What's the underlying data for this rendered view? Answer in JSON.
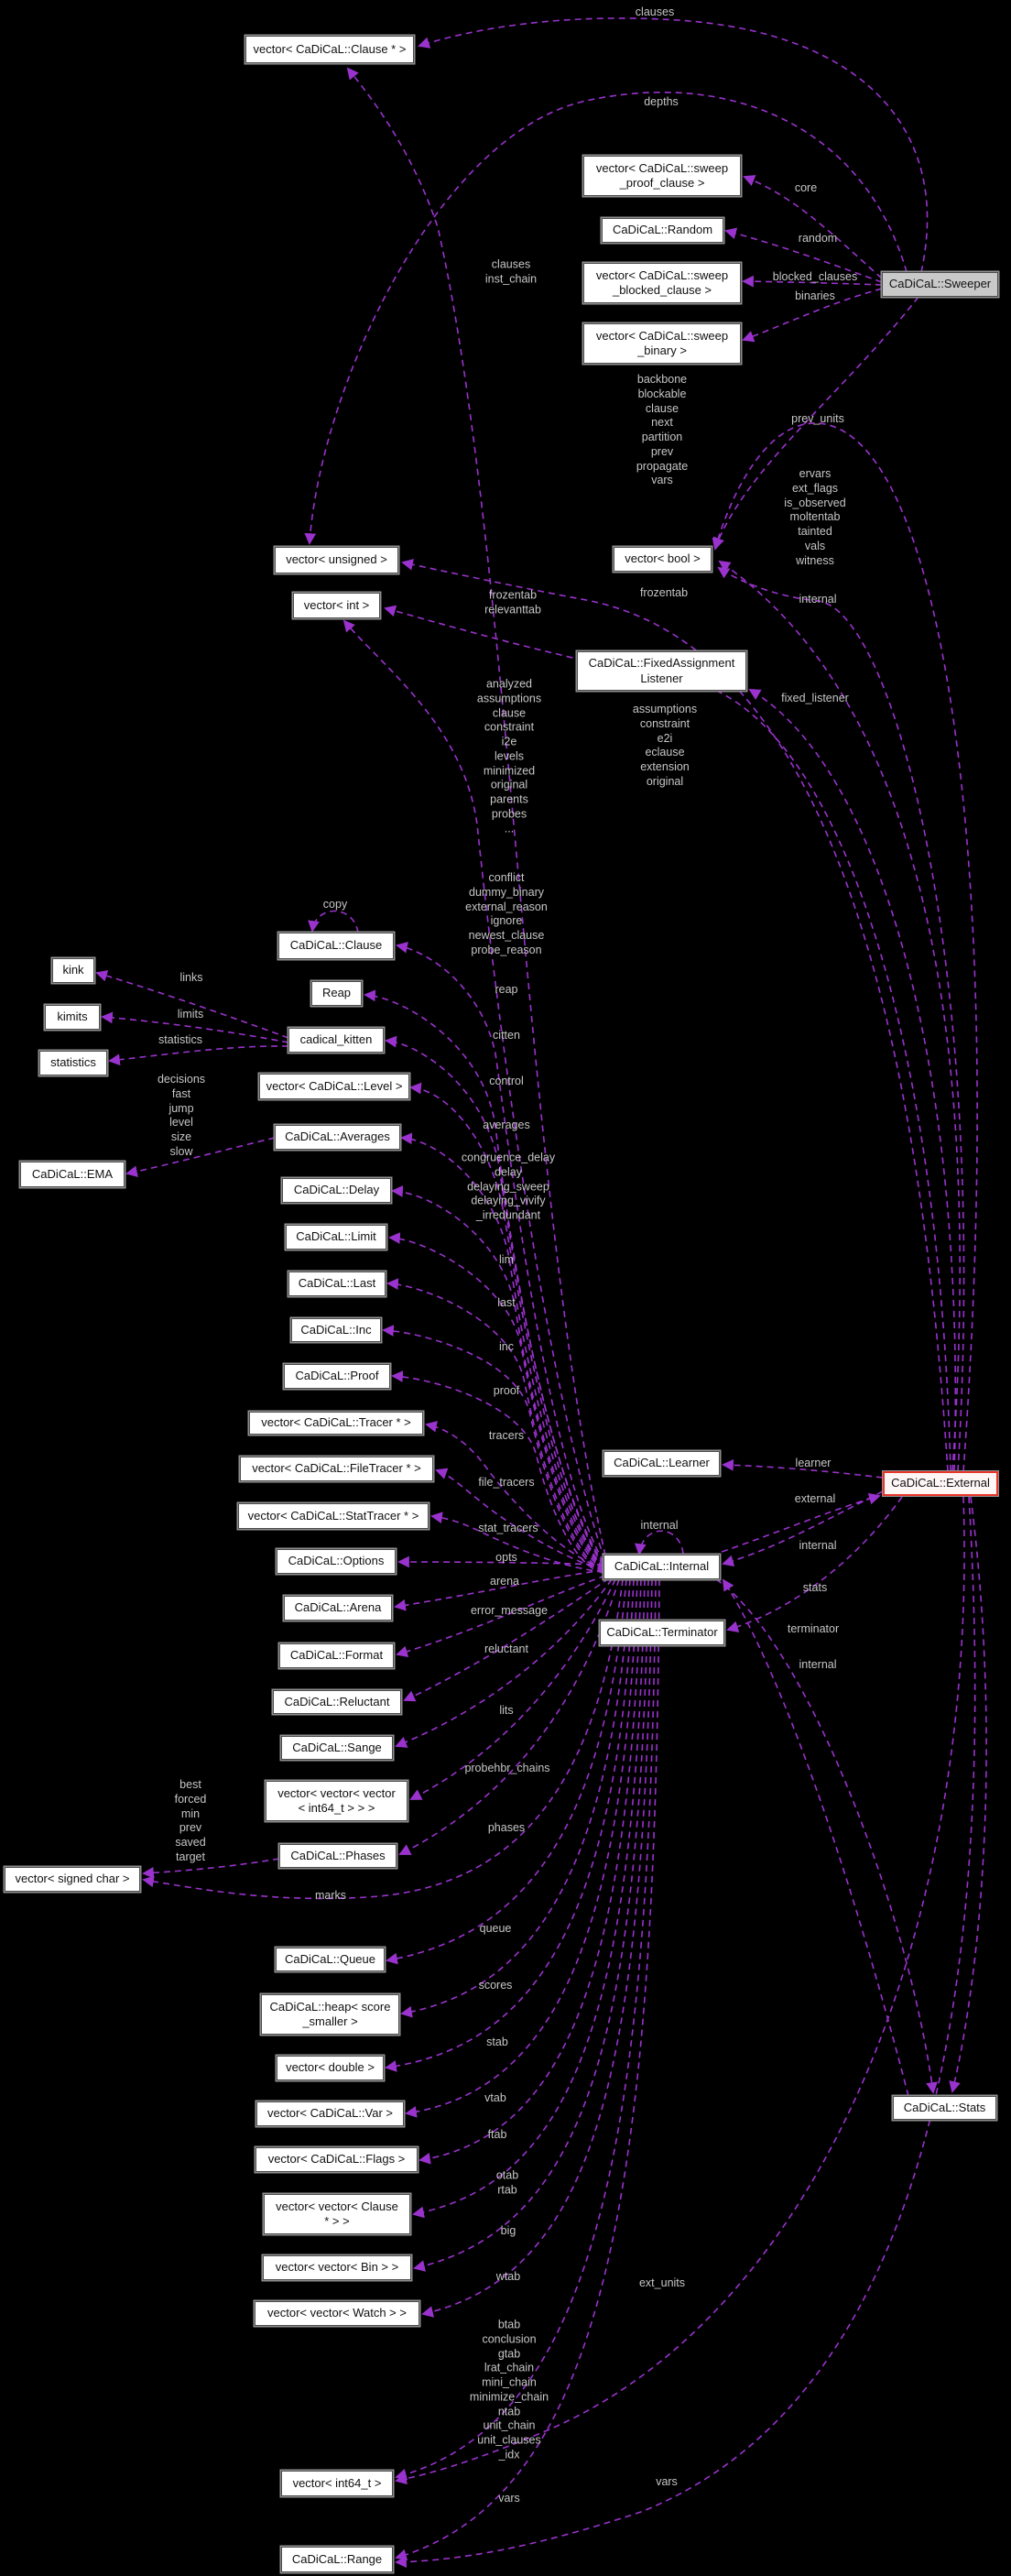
{
  "diagram": {
    "kind": "doxygen-collaboration-graph",
    "colors": {
      "background": "#000000",
      "edge": "#9a32cd",
      "edge_label": "#c6c6c6",
      "node_fill": "#ffffff",
      "node_border": "#4a4a4a",
      "current_node_fill": "#c9c9c9",
      "highlight_border": "#e8352a"
    },
    "nodes": [
      {
        "id": "vector-clause-ptr",
        "label": "vector< CaDiCaL::Clause * >"
      },
      {
        "id": "vector-sweep-proof-clause",
        "label": "vector< CaDiCaL::sweep\n_proof_clause >"
      },
      {
        "id": "random",
        "label": "CaDiCaL::Random"
      },
      {
        "id": "vector-sweep-blocked-clause",
        "label": "vector< CaDiCaL::sweep\n_blocked_clause >"
      },
      {
        "id": "vector-sweep-binary",
        "label": "vector< CaDiCaL::sweep\n_binary >"
      },
      {
        "id": "sweeper",
        "label": "CaDiCaL::Sweeper"
      },
      {
        "id": "vector-bool",
        "label": "vector< bool >"
      },
      {
        "id": "vector-unsigned",
        "label": "vector< unsigned >"
      },
      {
        "id": "vector-int",
        "label": "vector< int >"
      },
      {
        "id": "fixed-assignment-listener",
        "label": "CaDiCaL::FixedAssignment\nListener"
      },
      {
        "id": "clause",
        "label": "CaDiCaL::Clause"
      },
      {
        "id": "kink",
        "label": "kink"
      },
      {
        "id": "reap",
        "label": "Reap"
      },
      {
        "id": "kimits",
        "label": "kimits"
      },
      {
        "id": "cadical-kitten",
        "label": "cadical_kitten"
      },
      {
        "id": "statistics",
        "label": "statistics"
      },
      {
        "id": "vector-level",
        "label": "vector< CaDiCaL::Level >"
      },
      {
        "id": "averages",
        "label": "CaDiCaL::Averages"
      },
      {
        "id": "ema",
        "label": "CaDiCaL::EMA"
      },
      {
        "id": "delay",
        "label": "CaDiCaL::Delay"
      },
      {
        "id": "limit",
        "label": "CaDiCaL::Limit"
      },
      {
        "id": "last",
        "label": "CaDiCaL::Last"
      },
      {
        "id": "inc",
        "label": "CaDiCaL::Inc"
      },
      {
        "id": "proof",
        "label": "CaDiCaL::Proof"
      },
      {
        "id": "vector-tracer-ptr",
        "label": "vector< CaDiCaL::Tracer * >"
      },
      {
        "id": "vector-filetracer-ptr",
        "label": "vector< CaDiCaL::FileTracer * >"
      },
      {
        "id": "vector-stattracer-ptr",
        "label": "vector< CaDiCaL::StatTracer * >"
      },
      {
        "id": "options",
        "label": "CaDiCaL::Options"
      },
      {
        "id": "arena",
        "label": "CaDiCaL::Arena"
      },
      {
        "id": "format",
        "label": "CaDiCaL::Format"
      },
      {
        "id": "reluctant",
        "label": "CaDiCaL::Reluctant"
      },
      {
        "id": "sange",
        "label": "CaDiCaL::Sange"
      },
      {
        "id": "vector3-int64",
        "label": "vector< vector< vector\n< int64_t > > >"
      },
      {
        "id": "phases",
        "label": "CaDiCaL::Phases"
      },
      {
        "id": "vector-signed-char",
        "label": "vector< signed char >"
      },
      {
        "id": "queue",
        "label": "CaDiCaL::Queue"
      },
      {
        "id": "heap-score-smaller",
        "label": "CaDiCaL::heap< score\n_smaller >"
      },
      {
        "id": "vector-double",
        "label": "vector< double >"
      },
      {
        "id": "vector-var",
        "label": "vector< CaDiCaL::Var >"
      },
      {
        "id": "vector-flags",
        "label": "vector< CaDiCaL::Flags >"
      },
      {
        "id": "vector2-clause-ptr",
        "label": "vector< vector< Clause\n* > >"
      },
      {
        "id": "vector2-bin",
        "label": "vector< vector< Bin > >"
      },
      {
        "id": "vector2-watch",
        "label": "vector< vector< Watch > >"
      },
      {
        "id": "vector-int64",
        "label": "vector< int64_t >"
      },
      {
        "id": "range",
        "label": "CaDiCaL::Range"
      },
      {
        "id": "learner",
        "label": "CaDiCaL::Learner"
      },
      {
        "id": "internal",
        "label": "CaDiCaL::Internal"
      },
      {
        "id": "terminator",
        "label": "CaDiCaL::Terminator"
      },
      {
        "id": "external",
        "label": "CaDiCaL::External"
      },
      {
        "id": "stats",
        "label": "CaDiCaL::Stats"
      }
    ],
    "edge_labels": [
      {
        "id": "clauses-top",
        "text": "clauses"
      },
      {
        "id": "depths",
        "text": "depths"
      },
      {
        "id": "core",
        "text": "core"
      },
      {
        "id": "random",
        "text": "random"
      },
      {
        "id": "blocked-clauses",
        "text": "blocked_clauses"
      },
      {
        "id": "binaries",
        "text": "binaries"
      },
      {
        "id": "clauses-inst-chain",
        "text": "clauses\ninst_chain"
      },
      {
        "id": "backbone-list",
        "text": "backbone\nblockable\nclause\nnext\npartition\nprev\npropagate\nvars"
      },
      {
        "id": "prev-units",
        "text": "prev_units"
      },
      {
        "id": "ervars-list",
        "text": "ervars\next_flags\nis_observed\nmoltentab\ntainted\nvals\nwitness"
      },
      {
        "id": "frozentab",
        "text": "frozentab"
      },
      {
        "id": "internal-top",
        "text": "internal"
      },
      {
        "id": "frozentab-relevanttab",
        "text": "frozentab\nrelevanttab"
      },
      {
        "id": "assumptions-list",
        "text": "assumptions\nconstraint\ne2i\neclause\nextension\noriginal"
      },
      {
        "id": "fixed-listener",
        "text": "fixed_listener"
      },
      {
        "id": "analyzed-list",
        "text": "analyzed\nassumptions\nclause\nconstraint\ni2e\nlevels\nminimized\noriginal\nparents\nprobes\n..."
      },
      {
        "id": "conflict-list",
        "text": "conflict\ndummy_binary\nexternal_reason\nignore\nnewest_clause\nprobe_reason"
      },
      {
        "id": "copy",
        "text": "copy"
      },
      {
        "id": "links",
        "text": "links"
      },
      {
        "id": "limits",
        "text": "limits"
      },
      {
        "id": "statistics",
        "text": "statistics"
      },
      {
        "id": "decisions-list",
        "text": "decisions\nfast\njump\nlevel\nsize\nslow"
      },
      {
        "id": "reap",
        "text": "reap"
      },
      {
        "id": "citten",
        "text": "citten"
      },
      {
        "id": "control",
        "text": "control"
      },
      {
        "id": "averages",
        "text": "averages"
      },
      {
        "id": "congruence-list",
        "text": "congruence_delay\ndelay\ndelaying_sweep\ndelaying_vivify\n_irredundant"
      },
      {
        "id": "lim",
        "text": "lim"
      },
      {
        "id": "last",
        "text": "last"
      },
      {
        "id": "inc",
        "text": "inc"
      },
      {
        "id": "proof",
        "text": "proof"
      },
      {
        "id": "tracers",
        "text": "tracers"
      },
      {
        "id": "file-tracers",
        "text": "file_tracers"
      },
      {
        "id": "stat-tracers",
        "text": "stat_tracers"
      },
      {
        "id": "opts",
        "text": "opts"
      },
      {
        "id": "arena",
        "text": "arena"
      },
      {
        "id": "error-message",
        "text": "error_message"
      },
      {
        "id": "reluctant",
        "text": "reluctant"
      },
      {
        "id": "lits",
        "text": "lits"
      },
      {
        "id": "probehbr-chains",
        "text": "probehbr_chains"
      },
      {
        "id": "phases",
        "text": "phases"
      },
      {
        "id": "best-list",
        "text": "best\nforced\nmin\nprev\nsaved\ntarget"
      },
      {
        "id": "marks",
        "text": "marks"
      },
      {
        "id": "queue",
        "text": "queue"
      },
      {
        "id": "scores",
        "text": "scores"
      },
      {
        "id": "stab",
        "text": "stab"
      },
      {
        "id": "vtab",
        "text": "vtab"
      },
      {
        "id": "ftab",
        "text": "ftab"
      },
      {
        "id": "otab-rtab",
        "text": "otab\nrtab"
      },
      {
        "id": "big",
        "text": "big"
      },
      {
        "id": "wtab",
        "text": "wtab"
      },
      {
        "id": "btab-list",
        "text": "btab\nconclusion\ngtab\nlrat_chain\nmini_chain\nminimize_chain\nntab\nunit_chain\nunit_clauses\n_idx"
      },
      {
        "id": "vars-left",
        "text": "vars"
      },
      {
        "id": "ext-units",
        "text": "ext_units"
      },
      {
        "id": "vars-right",
        "text": "vars"
      },
      {
        "id": "learner",
        "text": "learner"
      },
      {
        "id": "external",
        "text": "external"
      },
      {
        "id": "internal-self",
        "text": "internal"
      },
      {
        "id": "internal-mid",
        "text": "internal"
      },
      {
        "id": "stats",
        "text": "stats"
      },
      {
        "id": "terminator",
        "text": "terminator"
      },
      {
        "id": "internal-low",
        "text": "internal"
      }
    ]
  }
}
